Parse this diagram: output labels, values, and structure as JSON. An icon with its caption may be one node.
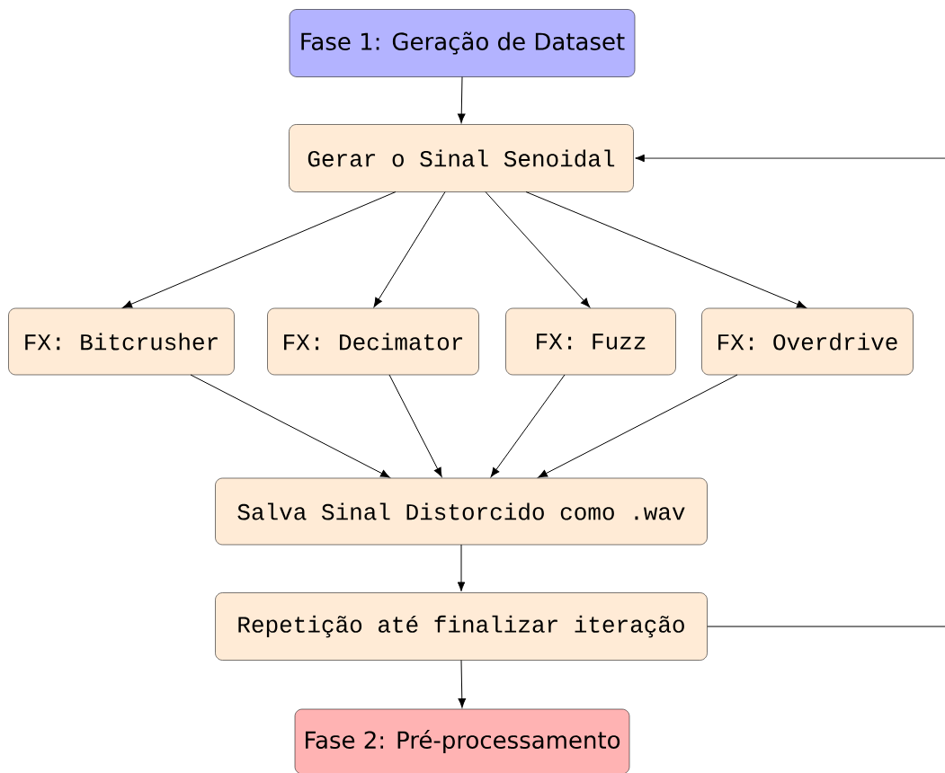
{
  "diagram": {
    "nodes": [
      {
        "text": [
          "Fase 1: Geração de Dataset"
        ]
      },
      {
        "text": [
          "Gerar o Sinal Senoidal"
        ]
      },
      {
        "text": [
          "FX: Bitcrusher"
        ]
      },
      {
        "text": [
          "FX: Decimator"
        ]
      },
      {
        "text": [
          "FX: Fuzz"
        ]
      },
      {
        "text": [
          "FX: Overdrive"
        ]
      },
      {
        "text": [
          "Salva Sinal Distorcido como .wav"
        ]
      },
      {
        "text": [
          "Repetição até finalizar iteração"
        ]
      },
      {
        "text": [
          "Fase 2: Pré-processamento"
        ]
      }
    ],
    "edges": [
      {
        "from": 0,
        "to": 1,
        "arrow": "to"
      },
      {
        "from": 1,
        "to": 2,
        "arrow": "to"
      },
      {
        "from": 1,
        "to": 3,
        "arrow": "to"
      },
      {
        "from": 1,
        "to": 4,
        "arrow": "to"
      },
      {
        "from": 1,
        "to": 5,
        "arrow": "to"
      },
      {
        "from": 2,
        "to": 6,
        "arrow": "to"
      },
      {
        "from": 3,
        "to": 6,
        "arrow": "to"
      },
      {
        "from": 4,
        "to": 6,
        "arrow": "to"
      },
      {
        "from": 5,
        "to": 6,
        "arrow": "to"
      },
      {
        "from": 6,
        "to": 7,
        "arrow": "to"
      },
      {
        "from": 7,
        "to": 8,
        "arrow": "to"
      },
      {
        "from": 7,
        "to": 1,
        "arrow": "to"
      }
    ]
  }
}
